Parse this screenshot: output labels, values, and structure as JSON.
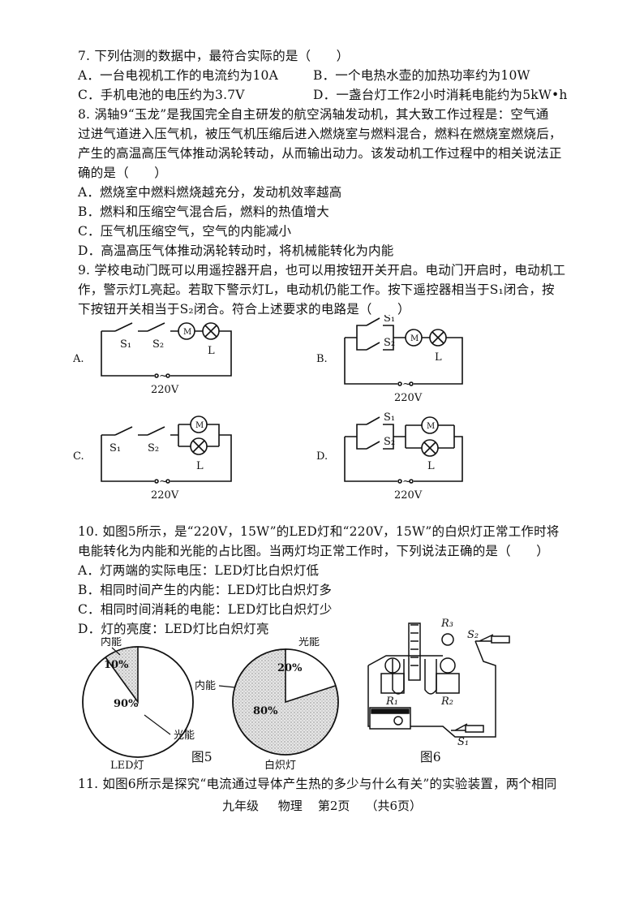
{
  "q7": {
    "stem": "7. 下列估测的数据中，最符合实际的是（　　）",
    "A": "A．一台电视机工作的电流约为10A",
    "B": "B．一个电热水壶的加热功率约为10W",
    "C": "C．手机电池的电压约为3.7V",
    "D": "D．一盏台灯工作2小时消耗电能约为5kW•h"
  },
  "q8": {
    "line1": "8. 涡轴9“玉龙”是我国完全自主研发的航空涡轴发动机，其大致工作过程是：空气通",
    "line2": "过进气道进入压气机，被压气机压缩后进入燃烧室与燃料混合，燃料在燃烧室燃烧后，",
    "line3": "产生的高温高压气体推动涡轮转动，从而输出动力。该发动机工作过程中的相关说法正",
    "line4": "确的是（　　）",
    "A": "A．燃烧室中燃料燃烧越充分，发动机效率越高",
    "B": "B．燃料和压缩空气混合后，燃料的热值增大",
    "C": "C．压气机压缩空气，空气的内能减小",
    "D": "D．高温高压气体推动涡轮转动时，将机械能转化为内能"
  },
  "q9": {
    "line1": "9. 学校电动门既可以用遥控器开启，也可以用按钮开关开启。电动门开启时，电动机工",
    "line2": "作，警示灯L亮起。若取下警示灯L，电动机仍能工作。按下遥控器相当于S₁闭合，按",
    "line3": "下按钮开关相当于S₂闭合。符合上述要求的电路是（　　）",
    "labelA": "A.",
    "labelB": "B.",
    "labelC": "C.",
    "labelD": "D.",
    "s1": "S₁",
    "s2": "S₂",
    "motor": "M",
    "lamp": "L",
    "source_symbol": "~",
    "voltage": "220V"
  },
  "q10": {
    "line1": "10. 如图5所示，是“220V，15W”的LED灯和“220V，15W”的白炽灯正常工作时将",
    "line2": "电能转化为内能和光能的占比图。当两灯均正常工作时，下列说法正确的是（　　）",
    "A": "A．灯两端的实际电压：LED灯比白炽灯低",
    "B": "B．相同时间产生的内能：LED灯比白炽灯多",
    "C": "C．相同时间消耗的电能：LED灯比白炽灯少",
    "D": "D．灯的亮度：LED灯比白炽灯亮"
  },
  "fig5": {
    "caption": "图5",
    "led": {
      "name": "LED灯",
      "heat_label": "内能",
      "light_label": "光能",
      "heat_pct": "10%",
      "light_pct": "90%"
    },
    "incandescent": {
      "name": "白炽灯",
      "heat_label": "内能",
      "light_label": "光能",
      "heat_pct": "80%",
      "light_pct": "20%"
    }
  },
  "chart_data": [
    {
      "type": "pie",
      "title": "LED灯",
      "categories": [
        "内能",
        "光能"
      ],
      "values": [
        10,
        90
      ]
    },
    {
      "type": "pie",
      "title": "白炽灯",
      "categories": [
        "内能",
        "光能"
      ],
      "values": [
        80,
        20
      ]
    }
  ],
  "fig6": {
    "caption": "图6",
    "r1": "R₁",
    "r2": "R₂",
    "r3": "R₃",
    "s1": "S₁",
    "s2": "S₂"
  },
  "q11": {
    "line1": "11. 如图6所示是探究“电流通过导体产生热的多少与什么有关”的实验装置，两个相同"
  },
  "footer": {
    "grade": "九年级",
    "subject": "物理",
    "page": "第2页",
    "total": "（共6页）"
  },
  "colors": {
    "ink": "#111111",
    "pie_fill": "#d8d8d8"
  }
}
